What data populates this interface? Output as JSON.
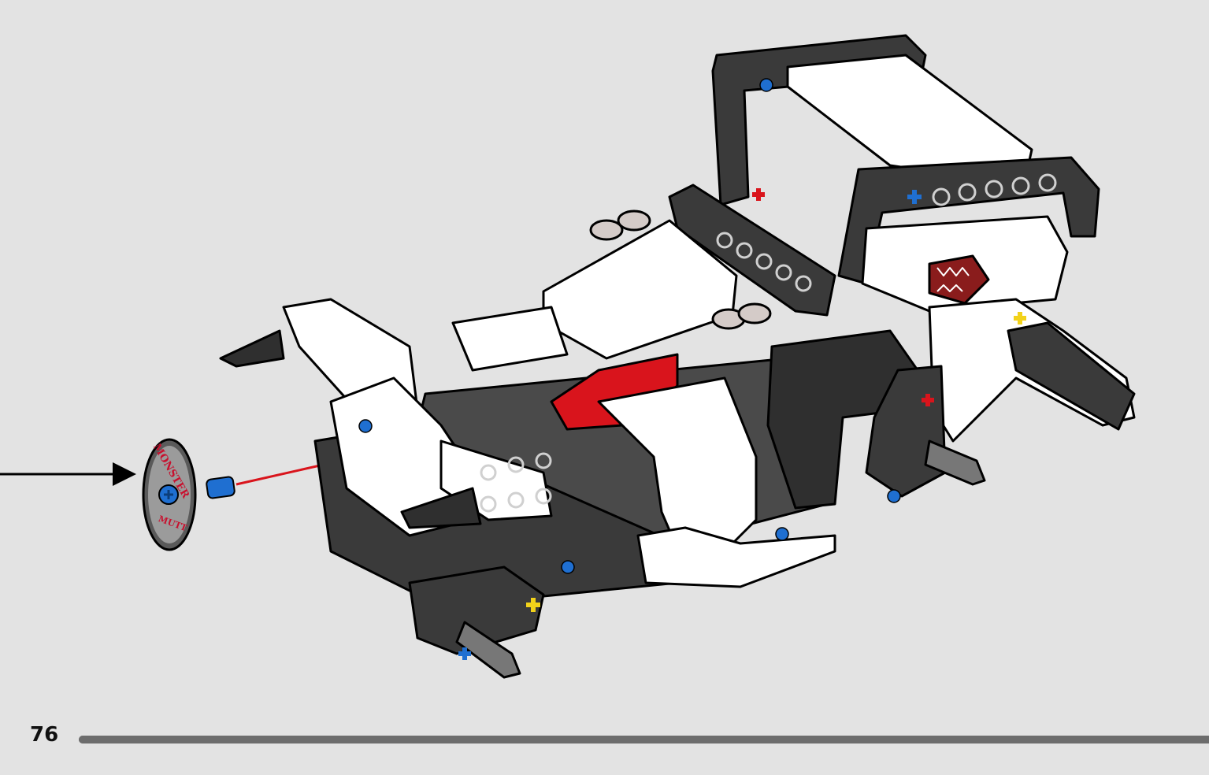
{
  "page": {
    "number": "76"
  },
  "callout": {
    "part_logo_top": "MONSTER",
    "part_logo_bottom": "MUTT"
  },
  "progress": {
    "fraction": 1.0
  },
  "colors": {
    "background": "#e3e3e3",
    "dark_beam": "#3a3a3a",
    "white_panel": "#ffffff",
    "red_part": "#d9141c",
    "blue_pin": "#1f6fd1",
    "yellow_axle": "#f2d21a",
    "progress_bar": "#6d6d6d"
  },
  "icons": {
    "pointer": "arrow-right-icon",
    "insertion": "red-insertion-arrow-icon",
    "part": "hubcap-icon"
  }
}
